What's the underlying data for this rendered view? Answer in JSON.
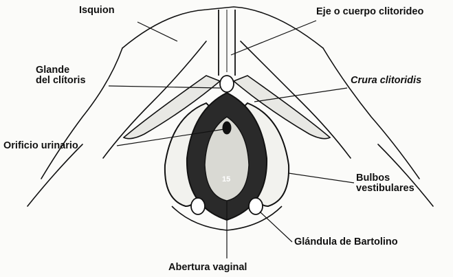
{
  "labels": {
    "isquion": "Isquion",
    "eje": "Eje o cuerpo clitorideo",
    "glande_1": "Glande",
    "glande_2": "del clítoris",
    "crura": "Crura clitoridis",
    "orificio": "Orificio urinario",
    "bulbos_1": "Bulbos",
    "bulbos_2": "vestibulares",
    "bartolino": "Glándula de Bartolino",
    "abertura": "Abertura vaginal",
    "marca_central": "15"
  },
  "colors": {
    "ink": "#111111",
    "paper": "#fbfbf9"
  }
}
